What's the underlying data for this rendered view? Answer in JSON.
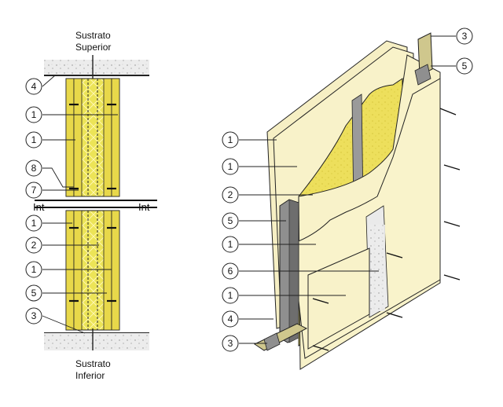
{
  "section": {
    "top_label_line1": "Sustrato",
    "top_label_line2": "Superior",
    "bottom_label_line1": "Sustrato",
    "bottom_label_line2": "Inferior",
    "int_left": "Int",
    "int_right": "Int",
    "callouts": [
      "4",
      "1",
      "1",
      "8",
      "7",
      "1",
      "2",
      "1",
      "5",
      "3"
    ]
  },
  "isometric": {
    "callouts_left": [
      "1",
      "1",
      "2",
      "5",
      "1",
      "6",
      "1",
      "4",
      "3"
    ],
    "callouts_right": [
      "3",
      "5"
    ]
  },
  "colors": {
    "board": "#f7f1c6",
    "insulation": "#e8dc4a",
    "steel": "#8f8f8f",
    "concrete": "#e9e9e9"
  }
}
